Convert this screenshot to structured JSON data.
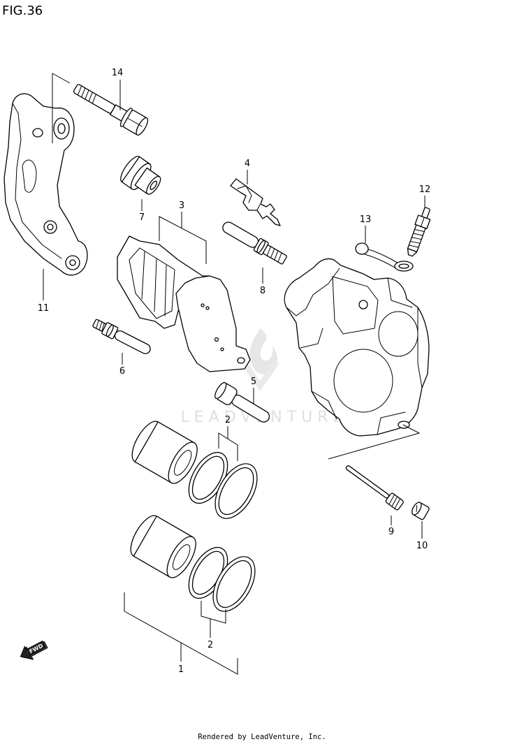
{
  "figure": {
    "title": "FIG.36"
  },
  "callouts": [
    {
      "label": "14"
    },
    {
      "label": "7"
    },
    {
      "label": "4"
    },
    {
      "label": "3"
    },
    {
      "label": "8"
    },
    {
      "label": "12"
    },
    {
      "label": "13"
    },
    {
      "label": "11"
    },
    {
      "label": "6"
    },
    {
      "label": "5"
    },
    {
      "label": "2"
    },
    {
      "label": "9"
    },
    {
      "label": "10"
    },
    {
      "label": "2"
    },
    {
      "label": "1"
    }
  ],
  "fwd_label": "FWD",
  "watermark": "LEADVENTURE",
  "footer": "Rendered by LeadVenture, Inc."
}
